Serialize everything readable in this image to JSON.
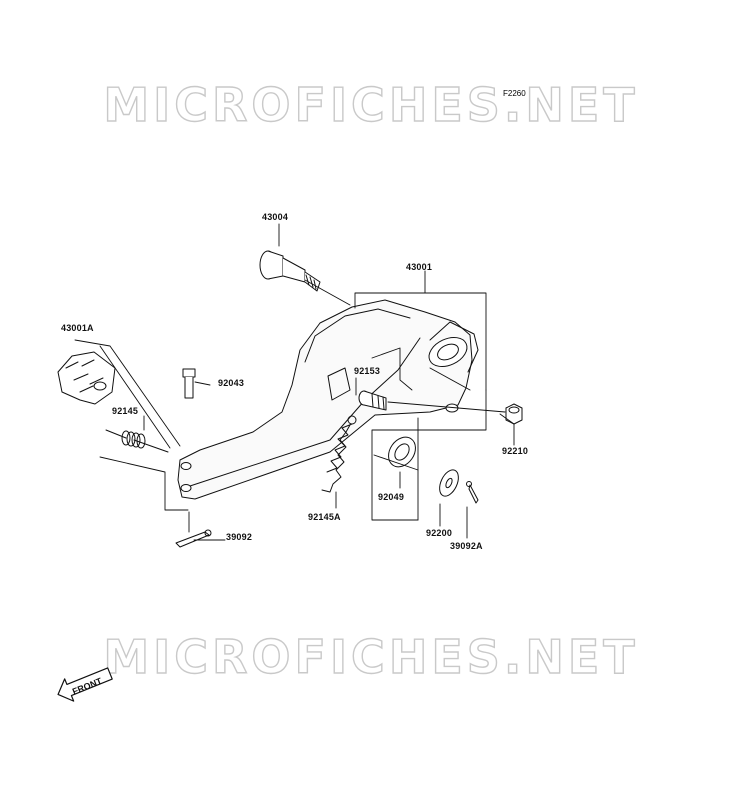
{
  "watermark": {
    "top": "MICROFICHES.NET",
    "bottom": "MICROFICHES.NET"
  },
  "figure_code": "F2260",
  "front_marker": "FRONT",
  "parts": {
    "p43004": "43004",
    "p43001": "43001",
    "p43001A": "43001A",
    "p92043": "92043",
    "p92145": "92145",
    "p92153": "92153",
    "p92210": "92210",
    "p92049": "92049",
    "p92145A": "92145A",
    "p92200": "92200",
    "p39092": "39092",
    "p39092A": "39092A"
  }
}
